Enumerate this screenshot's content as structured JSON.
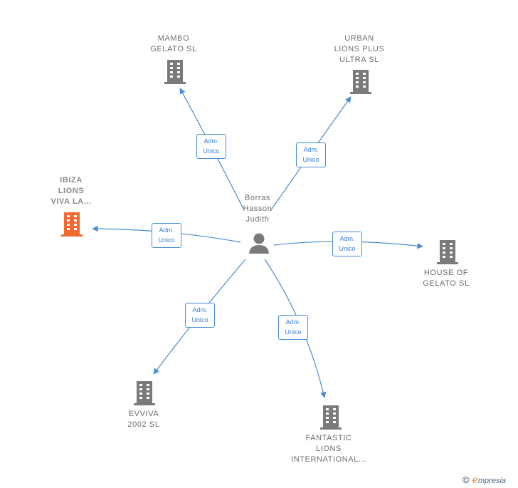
{
  "center": {
    "name": "Borras\nHasson\nJudith",
    "icon": "person-icon"
  },
  "edge_label": "Adm.\nUnico",
  "companies": [
    {
      "id": "mambo",
      "name": "MAMBO\nGELATO  SL",
      "highlight": false
    },
    {
      "id": "urban",
      "name": "URBAN\nLIONS PLUS\nULTRA  SL",
      "highlight": false
    },
    {
      "id": "ibiza",
      "name": "IBIZA\nLIONS\nVIVA LA...",
      "highlight": true
    },
    {
      "id": "house",
      "name": "HOUSE OF\nGELATO  SL",
      "highlight": false
    },
    {
      "id": "evviva",
      "name": "EVVIVA\n2002  SL",
      "highlight": false
    },
    {
      "id": "fantastic",
      "name": "FANTASTIC\nLIONS\nINTERNATIONAL...",
      "highlight": false
    }
  ],
  "colors": {
    "edge": "#4a8cd4",
    "building": "#7a7a7a",
    "building_highlight": "#f26a30",
    "person": "#7a7a7a"
  },
  "footer": {
    "copyright": "©",
    "brand_first": "e",
    "brand_rest": "mpresia"
  }
}
